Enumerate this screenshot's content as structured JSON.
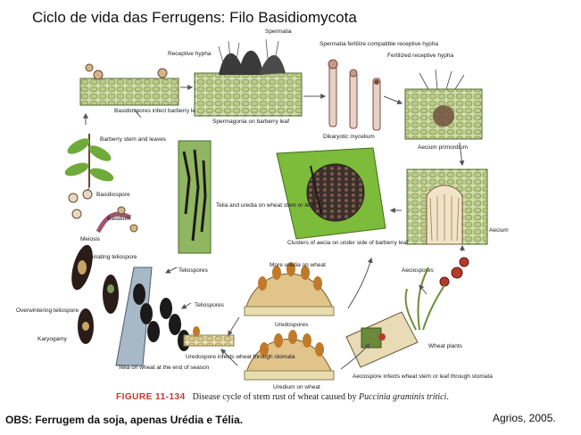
{
  "title": "Ciclo de vida das Ferrugens: Filo Basidiomycota",
  "labels": {
    "receptive_hypha": "Receptive hypha",
    "spermatia": "Spermatia",
    "spermatia_fertilize": "Spermatia fertilize compatible receptive hypha",
    "fertilized_hypha": "Fertilized receptive hypha",
    "basidiospores_infect": "Basidiospores infect barberry leaf directly",
    "spermagonia": "Spermagonia on barberry leaf",
    "dikaryotic": "Dikaryotic mycelium",
    "aecium_primordium": "Aecium primordium",
    "barberry_stem": "Barberry stem and leaves",
    "basidiospore": "Basidiospore",
    "basidium": "Basidium",
    "meiosis": "Meiosis",
    "germinating": "Germinating teliospore",
    "telia_uredia": "Telia and uredia on wheat stem or leaf",
    "clusters_aecia": "Clusters of aecia on under side of barberry leaf",
    "aecium": "Aecium",
    "aeciospores": "Aeciospores",
    "teliospores_1": "Teliospores",
    "more_uredia": "More uredia on wheat",
    "overwintering": "Overwintering teliospore",
    "teliospores_2": "Teliospores",
    "urediospores": "Uredospores",
    "karyogamy": "Karyogamy",
    "wheat_plants": "Wheat plants",
    "uredospore_infects": "Uredospore infects wheat through stomata",
    "aeciospore_infects": "Aeciospore infects wheat stem or leaf through stomata",
    "uredium": "Uredium on wheat",
    "telia_end": "Telia on wheat at the end of season"
  },
  "caption": {
    "figure_number": "FIGURE 11-134",
    "text_before": "Disease cycle of stem rust of wheat caused by",
    "species": "Puccinia graminis tritici",
    "text_after": "."
  },
  "footer": {
    "obs": "OBS: Ferrugem da soja, apenas Urédia e Télia.",
    "reference": "Agrios, 2005."
  }
}
